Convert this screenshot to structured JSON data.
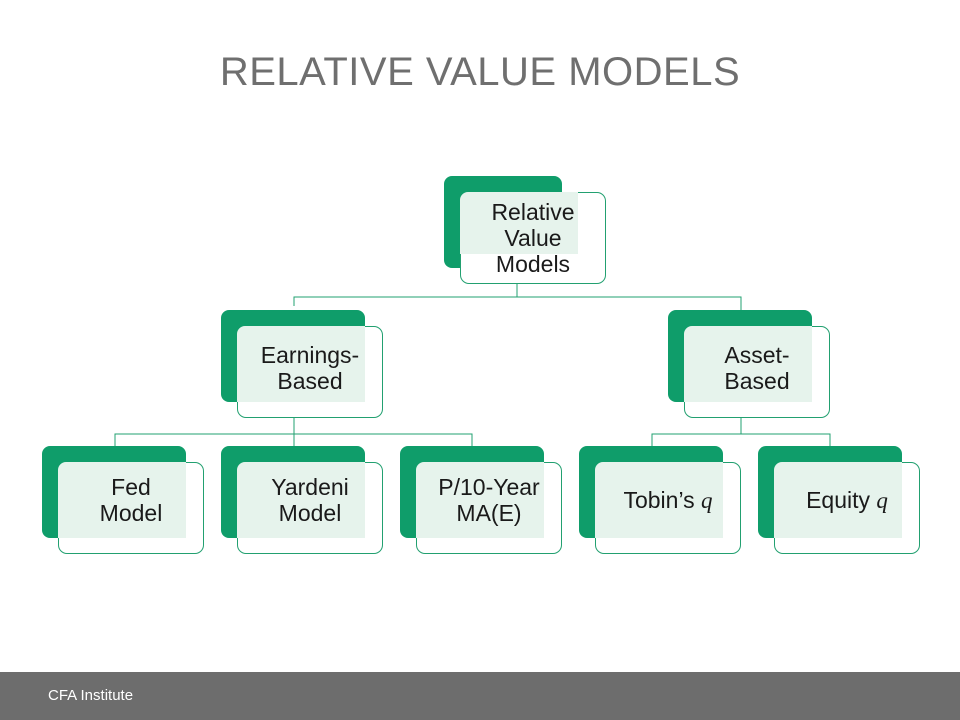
{
  "slide": {
    "title": "RELATIVE VALUE MODELS"
  },
  "diagram": {
    "root": {
      "line1": "Relative",
      "line2": "Value",
      "line3": "Models"
    },
    "earnings": {
      "line1": "Earnings-",
      "line2": "Based"
    },
    "asset": {
      "line1": "Asset-",
      "line2": "Based"
    },
    "fed": {
      "line1": "Fed",
      "line2": "Model"
    },
    "yardeni": {
      "line1": "Yardeni",
      "line2": "Model"
    },
    "pe10": {
      "line1": "P/10-Year",
      "line2": "MA(E)"
    },
    "tobins": {
      "prefix": "Tobin’s ",
      "var": "q"
    },
    "equityq": {
      "prefix": "Equity ",
      "var": "q"
    }
  },
  "colors": {
    "accent_green": "#0f9d6a",
    "tint": "#e6f3ec",
    "footer": "#6d6d6d"
  },
  "footer": {
    "brand": "CFA Institute"
  }
}
